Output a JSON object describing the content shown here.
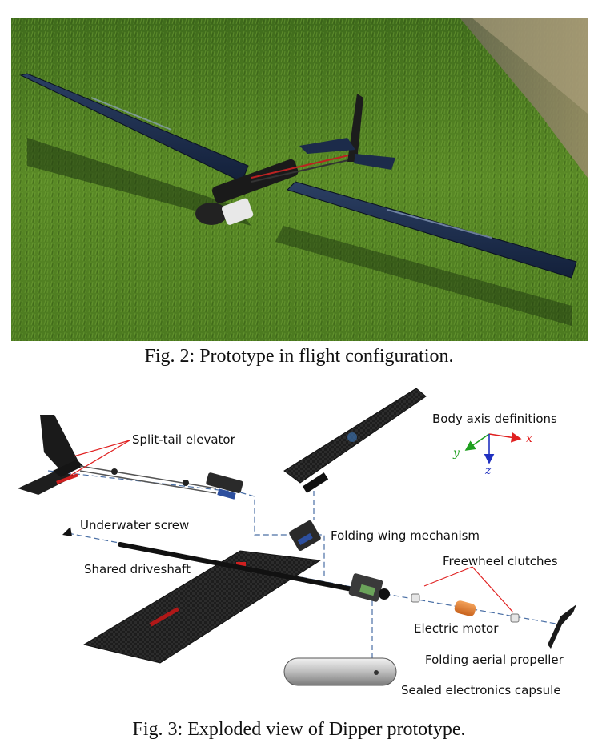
{
  "figure2": {
    "caption": "Fig. 2: Prototype in flight configuration."
  },
  "figure3": {
    "caption": "Fig. 3: Exploded view of Dipper prototype.",
    "labels": {
      "split_tail_elevator": "Split-tail elevator",
      "body_axis_definitions": "Body axis definitions",
      "underwater_screw": "Underwater screw",
      "folding_wing_mechanism": "Folding wing mechanism",
      "freewheel_clutches": "Freewheel clutches",
      "shared_driveshaft": "Shared driveshaft",
      "electric_motor": "Electric motor",
      "folding_aerial_propeller": "Folding aerial propeller",
      "sealed_electronics_capsule": "Sealed electronics capsule"
    },
    "axes": {
      "x": "x",
      "y": "y",
      "z": "z"
    },
    "colors": {
      "x_axis": "#e02020",
      "y_axis": "#20a020",
      "z_axis": "#2030c0",
      "leader_line": "#e02020",
      "guide_line": "#4a6fa5"
    }
  }
}
